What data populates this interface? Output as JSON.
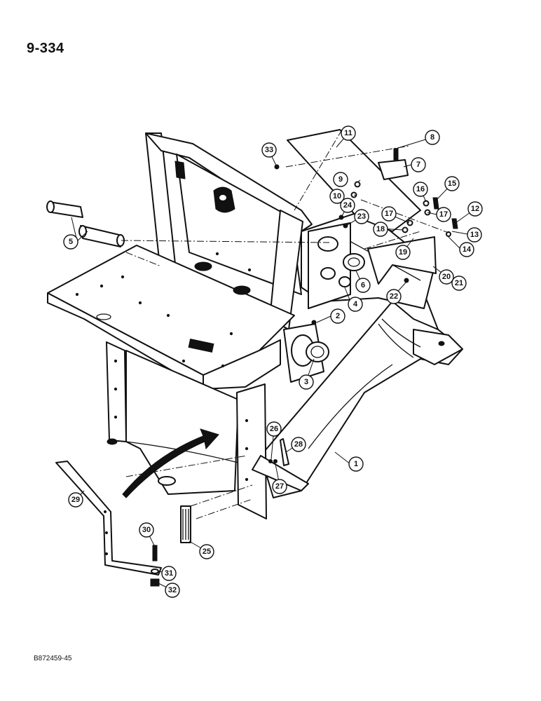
{
  "page_number": "9-334",
  "drawing_code": "B872459-45",
  "callouts": [
    {
      "label": "1"
    },
    {
      "label": "2"
    },
    {
      "label": "3"
    },
    {
      "label": "4"
    },
    {
      "label": "5"
    },
    {
      "label": "6"
    },
    {
      "label": "7"
    },
    {
      "label": "8"
    },
    {
      "label": "9"
    },
    {
      "label": "10"
    },
    {
      "label": "11"
    },
    {
      "label": "12"
    },
    {
      "label": "13"
    },
    {
      "label": "14"
    },
    {
      "label": "15"
    },
    {
      "label": "16"
    },
    {
      "label": "17"
    },
    {
      "label": "17"
    },
    {
      "label": "18"
    },
    {
      "label": "19"
    },
    {
      "label": "20"
    },
    {
      "label": "21"
    },
    {
      "label": "22"
    },
    {
      "label": "23"
    },
    {
      "label": "24"
    },
    {
      "label": "25"
    },
    {
      "label": "26"
    },
    {
      "label": "27"
    },
    {
      "label": "28"
    },
    {
      "label": "29"
    },
    {
      "label": "30"
    },
    {
      "label": "31"
    },
    {
      "label": "32"
    },
    {
      "label": "33"
    }
  ]
}
